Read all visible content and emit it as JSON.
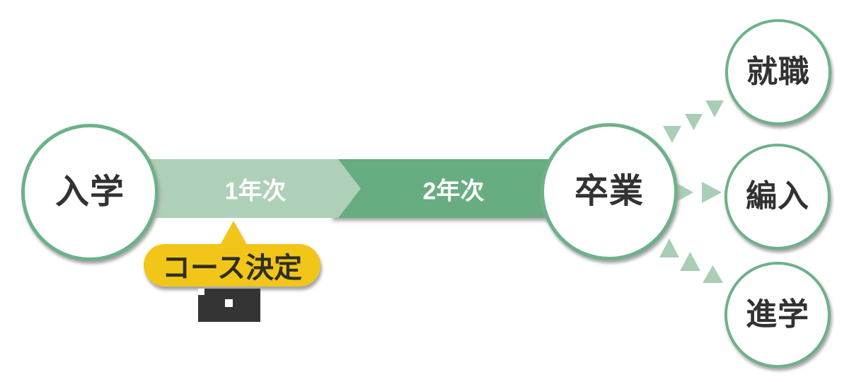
{
  "flow": {
    "start": {
      "label": "入学"
    },
    "stages": [
      {
        "label": "1年次"
      },
      {
        "label": "2年次"
      }
    ],
    "milestone": {
      "label": "卒業"
    },
    "callout": {
      "label": "コース決定"
    },
    "outcomes": [
      {
        "label": "就職"
      },
      {
        "label": "編入"
      },
      {
        "label": "進学"
      }
    ]
  },
  "colors": {
    "band_green_light": "#aecfb8",
    "band_green_dark": "#67ad81",
    "circle_border_green": "#6db189",
    "triangle_green": "#a9ceb5",
    "callout_yellow": "#f2c618",
    "text_dark": "#323232",
    "band_text_white": "#ffffff",
    "shadow_gray": "#a2a2a2",
    "artifact_dark": "#343434"
  }
}
